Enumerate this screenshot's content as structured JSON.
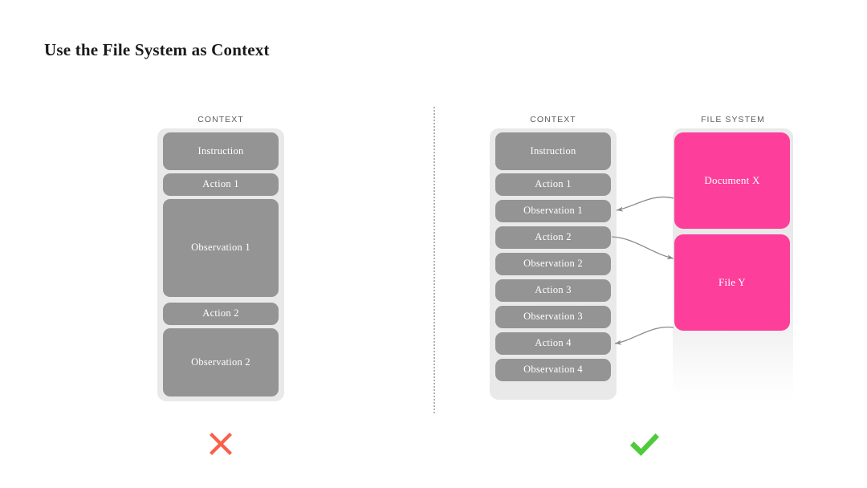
{
  "page": {
    "title": "Use the File System as Context",
    "background": "#ffffff"
  },
  "colors": {
    "block_gray": "#949494",
    "block_pink": "#fd3e9b",
    "panel_gray": "#e9e9e9",
    "caption_gray": "#5d5d5d",
    "cross_red": "#f9604a",
    "check_green": "#4ecb3a",
    "connector_gray": "#8a8a8a",
    "divider_gray": "#b0b0b0"
  },
  "left_diagram": {
    "caption": "CONTEXT",
    "verdict_icon": "cross-icon",
    "blocks": [
      {
        "label": "Instruction",
        "kind": "gray"
      },
      {
        "label": "Action 1",
        "kind": "gray"
      },
      {
        "label": "Observation 1",
        "kind": "gray"
      },
      {
        "label": "Action 2",
        "kind": "gray"
      },
      {
        "label": "Observation 2",
        "kind": "gray"
      }
    ]
  },
  "right_diagram": {
    "verdict_icon": "check-icon",
    "context": {
      "caption": "CONTEXT",
      "blocks": [
        {
          "label": "Instruction",
          "kind": "gray"
        },
        {
          "label": "Action 1",
          "kind": "gray"
        },
        {
          "label": "Observation 1",
          "kind": "gray"
        },
        {
          "label": "Action 2",
          "kind": "gray"
        },
        {
          "label": "Observation 2",
          "kind": "gray"
        },
        {
          "label": "Action 3",
          "kind": "gray"
        },
        {
          "label": "Observation 3",
          "kind": "gray"
        },
        {
          "label": "Action 4",
          "kind": "gray"
        },
        {
          "label": "Observation 4",
          "kind": "gray"
        }
      ]
    },
    "file_system": {
      "caption": "FILE SYSTEM",
      "blocks": [
        {
          "label": "Document X",
          "kind": "pink"
        },
        {
          "label": "File Y",
          "kind": "pink"
        }
      ]
    },
    "connectors": [
      {
        "from": "Document X",
        "to": "Observation 1",
        "direction": "to-context"
      },
      {
        "from": "Action 2",
        "to": "File Y",
        "direction": "to-filesystem"
      },
      {
        "from": "File Y",
        "to": "Action 4",
        "direction": "to-context"
      }
    ]
  }
}
